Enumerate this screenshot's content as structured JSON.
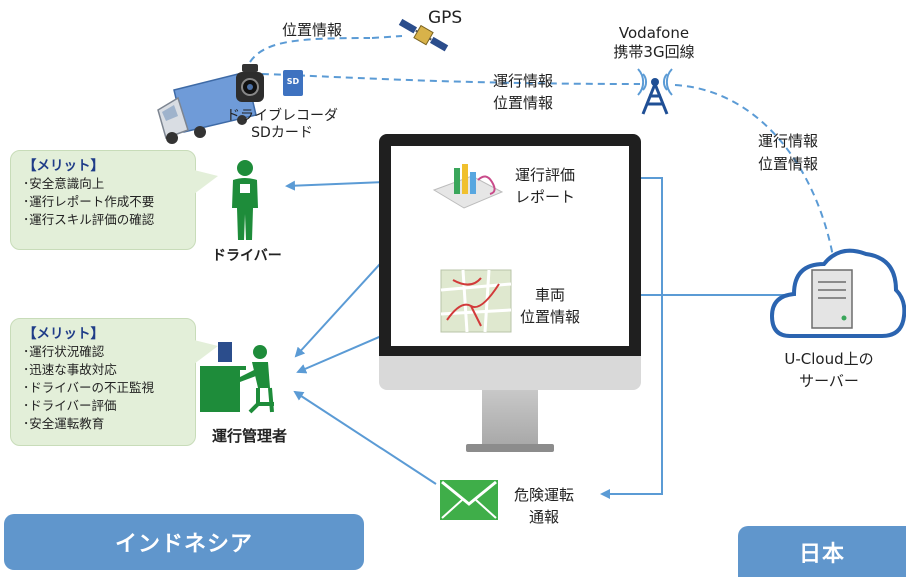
{
  "gps_label": "GPS",
  "gps_link": "位置情報",
  "network": {
    "operator": "Vodafone",
    "line": "携帯3G回線"
  },
  "link_truck_tower": [
    "運行情報",
    "位置情報"
  ],
  "link_tower_cloud": [
    "運行情報",
    "位置情報"
  ],
  "device": {
    "line1": "ドライブレコーダ",
    "line2": "SDカード",
    "sd_text": "SD"
  },
  "driver": {
    "name": "ドライバー",
    "merit_title": "【メリット】",
    "merits": [
      "･安全意識向上",
      "･運行レポート作成不要",
      "･運行スキル評価の確認"
    ]
  },
  "manager": {
    "name": "運行管理者",
    "merit_title": "【メリット】",
    "merits": [
      "･運行状況確認",
      "･迅速な事故対応",
      "･ドライバーの不正監視",
      "･ドライバー評価",
      "･安全運転教育"
    ]
  },
  "screen": {
    "report": [
      "運行評価",
      "レポート"
    ],
    "position": [
      "車両",
      "位置情報"
    ]
  },
  "alert": [
    "危険運転",
    "通報"
  ],
  "cloud": [
    "U-Cloud上の",
    "サーバー"
  ],
  "region_left": "インドネシア",
  "region_right": "日本",
  "colors": {
    "arrow": "#5b9bd5",
    "dash": "#5b9bd5",
    "panel": "#6096cc",
    "merit_bg": "#e3efd9",
    "person": "#1e8c3a"
  }
}
